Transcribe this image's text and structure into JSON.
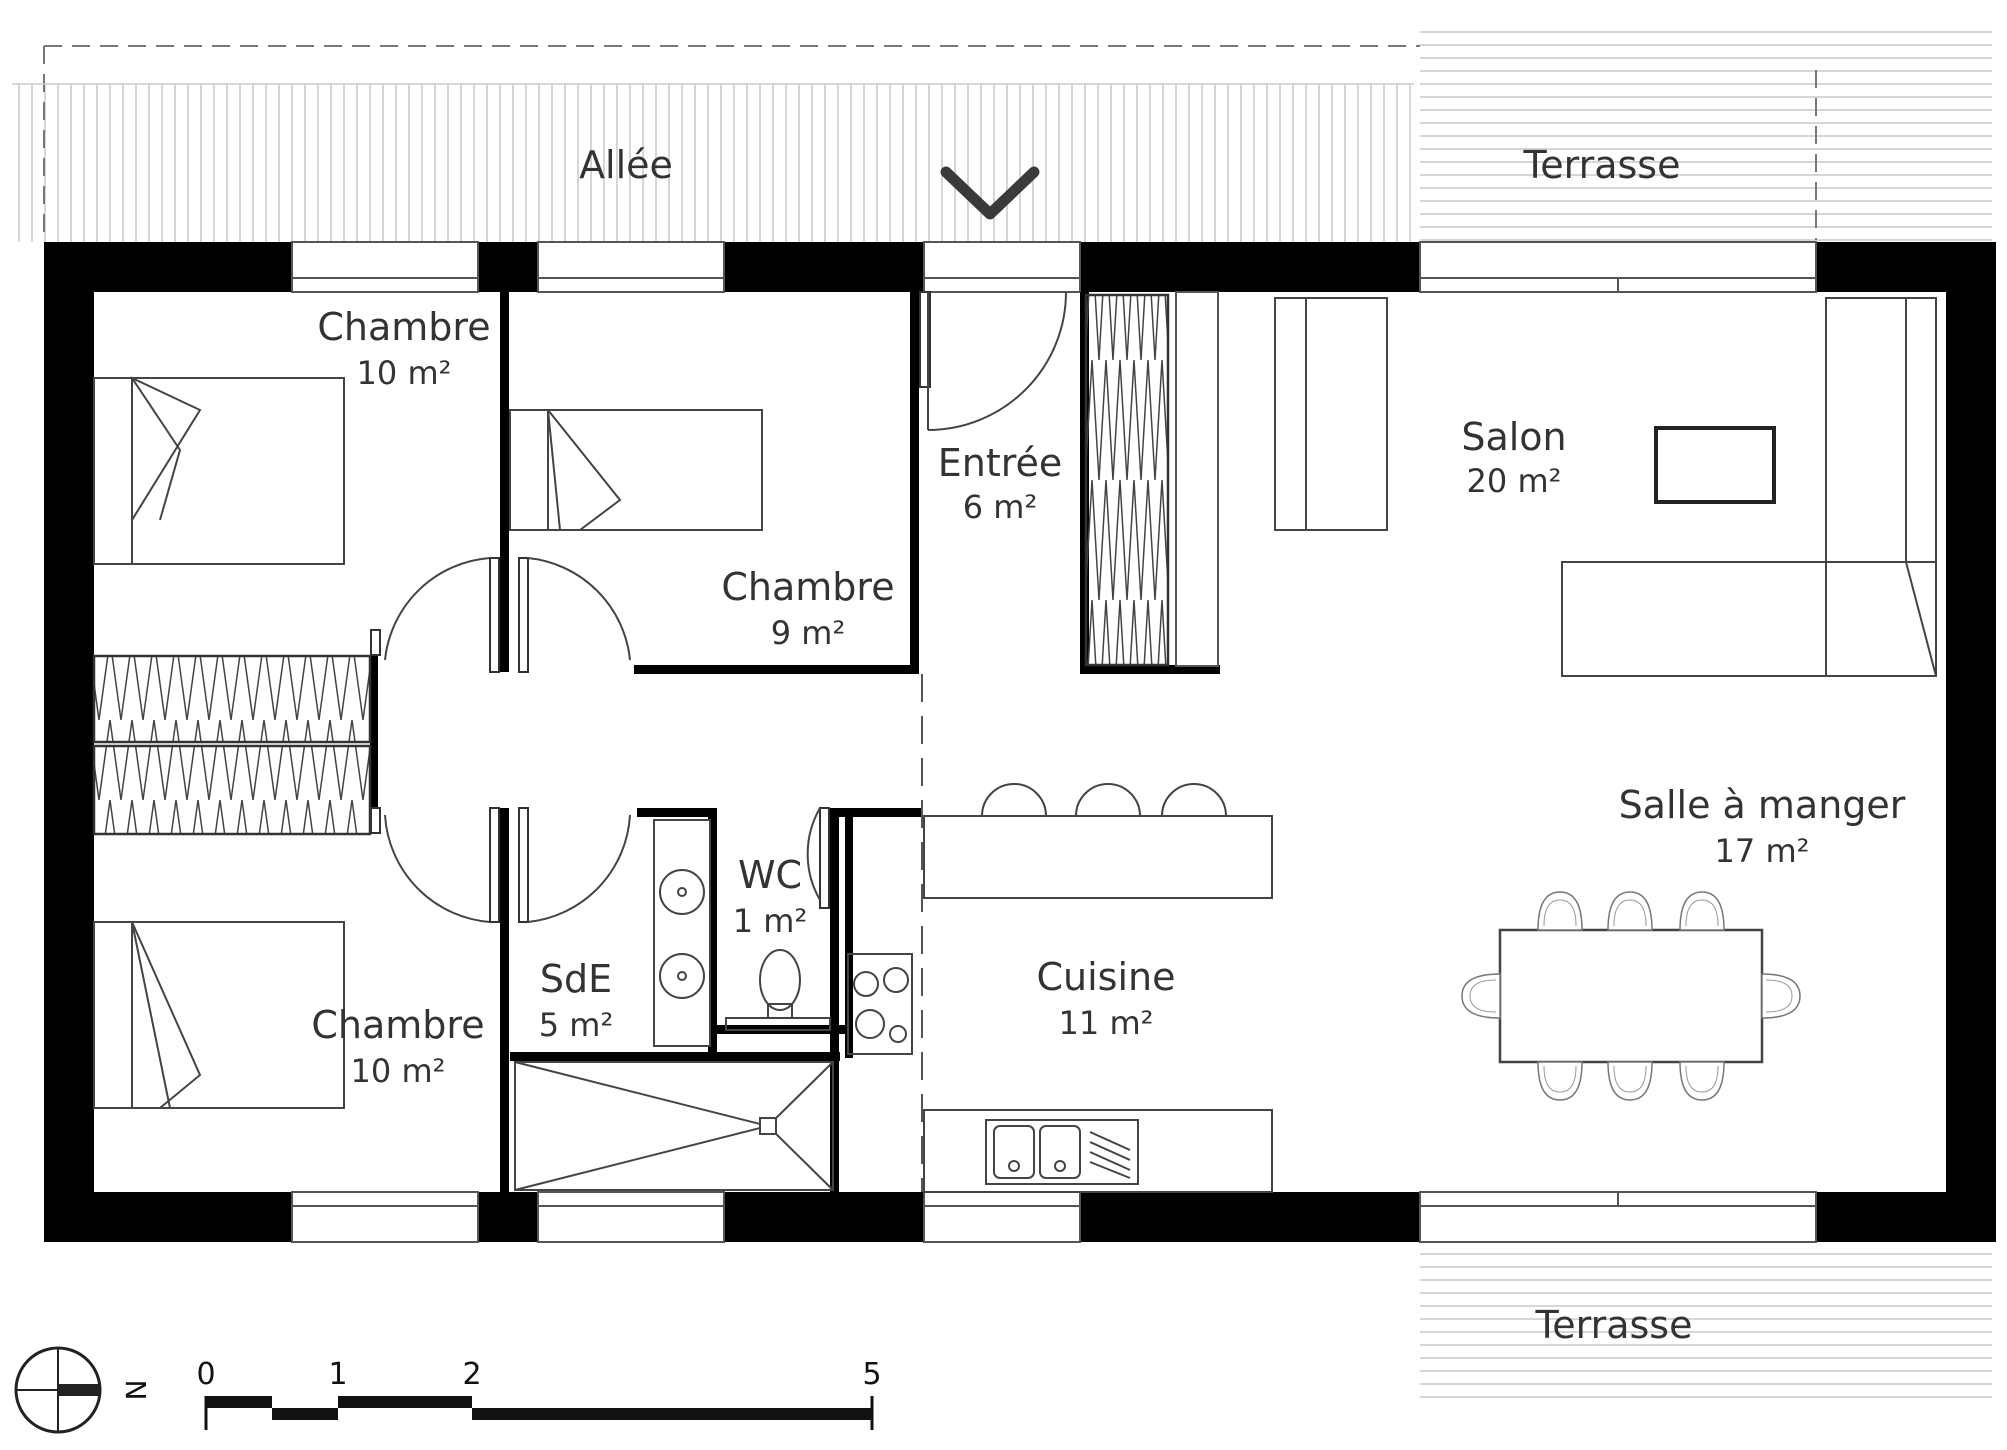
{
  "exterior": {
    "allee": "Allée",
    "terrasse_top": "Terrasse",
    "terrasse_bottom": "Terrasse"
  },
  "rooms": [
    {
      "name": "Chambre",
      "area": "10 m²"
    },
    {
      "name": "Chambre",
      "area": "9 m²"
    },
    {
      "name": "Entrée",
      "area": "6 m²"
    },
    {
      "name": "Salon",
      "area": "20 m²"
    },
    {
      "name": "Salle à manger",
      "area": "17 m²"
    },
    {
      "name": "WC",
      "area": "1 m²"
    },
    {
      "name": "SdE",
      "area": "5 m²"
    },
    {
      "name": "Cuisine",
      "area": "11 m²"
    },
    {
      "name": "Chambre",
      "area": "10 m²"
    }
  ],
  "compass": {
    "north_label": "N"
  },
  "scale_bar": {
    "ticks": [
      "0",
      "1",
      "2",
      "5"
    ]
  }
}
